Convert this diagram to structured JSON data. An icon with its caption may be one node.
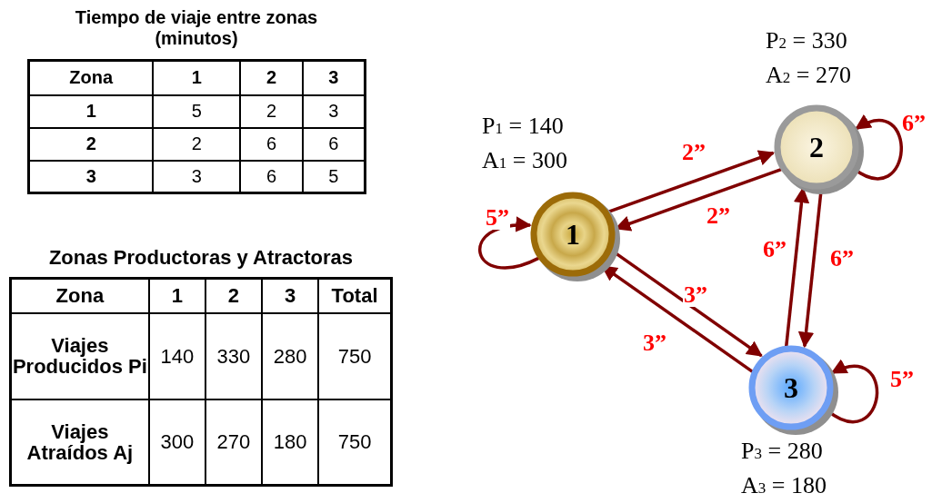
{
  "diagram": {
    "nodes": [
      {
        "text": [
          "1"
        ],
        "beside": [
          "P$_{1}$ = 140",
          "A$_{1}$ = 300"
        ]
      },
      {
        "text": [
          "2"
        ],
        "beside": [
          "P$_{2}$ = 330",
          "A$_{2}$ = 270"
        ]
      },
      {
        "text": [
          "3"
        ],
        "beside": [
          "P$_{3}$ = 280",
          "A$_{3}$ = 180"
        ]
      }
    ],
    "edges": [
      {
        "from": 0,
        "to": 1,
        "arrow": "to",
        "label": "2”"
      },
      {
        "from": 1,
        "to": 0,
        "arrow": "to",
        "label": "2”"
      },
      {
        "from": 0,
        "to": 0,
        "arrow": "to",
        "label": "5”"
      },
      {
        "from": 1,
        "to": 1,
        "arrow": "to",
        "label": "6”"
      },
      {
        "from": 2,
        "to": 1,
        "arrow": "to",
        "label": "6”"
      },
      {
        "from": 1,
        "to": 2,
        "arrow": "to",
        "label": "6”"
      },
      {
        "from": 0,
        "to": 2,
        "arrow": "to",
        "label": "3”"
      },
      {
        "from": 2,
        "to": 0,
        "arrow": "to",
        "label": "3”"
      },
      {
        "from": 2,
        "to": 2,
        "arrow": "to",
        "label": "5”"
      }
    ],
    "labels": [
      "Tiempo de viaje entre zonas (minutos)",
      "Zona",
      "1",
      "2",
      "3",
      "1",
      "5",
      "2",
      "3",
      "2",
      "2",
      "6",
      "6",
      "3",
      "3",
      "6",
      "5",
      "Zonas Productoras y Atractoras",
      "Zona",
      "1",
      "2",
      "3",
      "Total",
      "Viajes Producidos Pi",
      "140",
      "330",
      "280",
      "750",
      "Viajes Atraídos Aj",
      "300",
      "270",
      "180",
      "750"
    ]
  }
}
